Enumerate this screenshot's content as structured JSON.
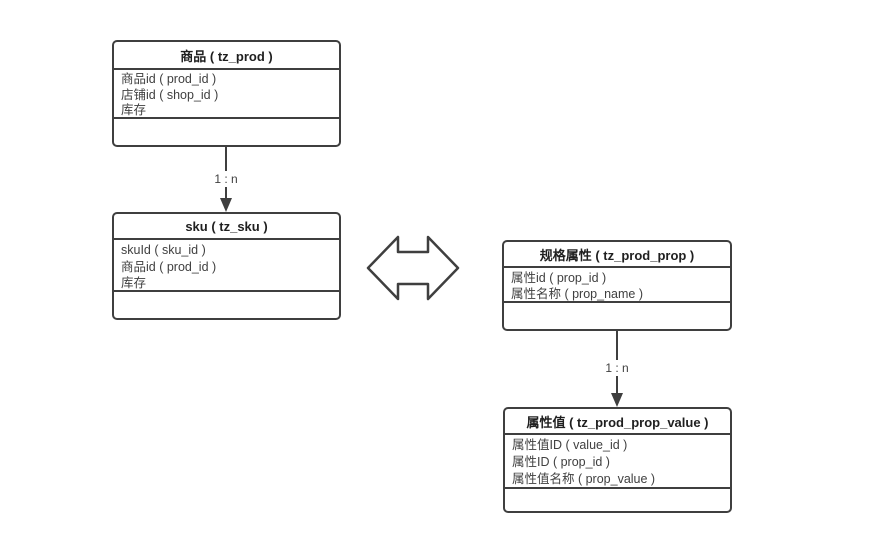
{
  "entities": [
    {
      "id": "prod",
      "title": "商品 ( tz_prod )",
      "fields": [
        "商品id ( prod_id )",
        "店铺id ( shop_id )",
        "库存"
      ]
    },
    {
      "id": "sku",
      "title": "sku ( tz_sku )",
      "fields": [
        "skuId ( sku_id )",
        "商品id ( prod_id )",
        "库存"
      ]
    },
    {
      "id": "prod_prop",
      "title": "规格属性 ( tz_prod_prop )",
      "fields": [
        "属性id ( prop_id )",
        "属性名称 ( prop_name )"
      ]
    },
    {
      "id": "prod_prop_value",
      "title": "属性值 ( tz_prod_prop_value )",
      "fields": [
        "属性值ID ( value_id )",
        "属性ID ( prop_id )",
        "属性值名称 ( prop_value )"
      ]
    }
  ],
  "connectors": [
    {
      "from": "prod",
      "to": "sku",
      "label": "1 : n"
    },
    {
      "from": "prod_prop",
      "to": "prod_prop_value",
      "label": "1 : n"
    }
  ],
  "colors": {
    "line": "#3f3f3f",
    "header_text": "#1f1f1f",
    "field_text": "#404040",
    "background": "#ffffff"
  }
}
